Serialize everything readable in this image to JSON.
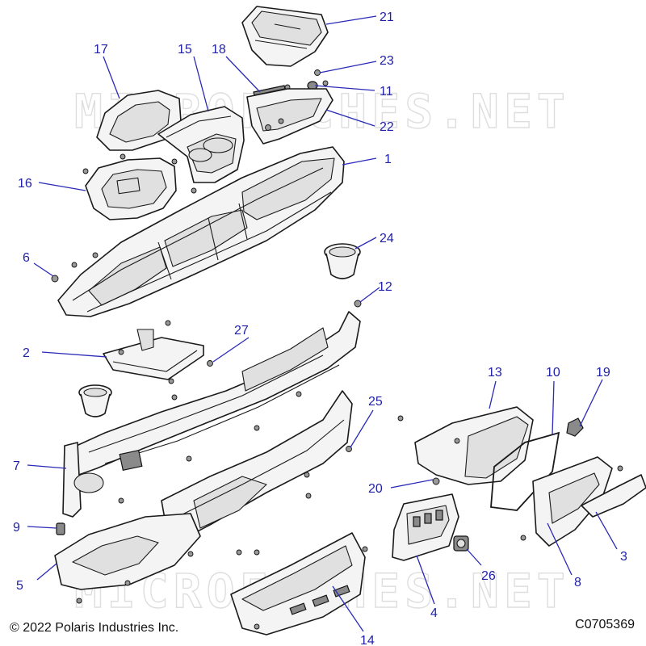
{
  "watermark_text": "MICROFICHES.NET",
  "copyright": "© 2022 Polaris Industries Inc.",
  "figure_code": "C0705369",
  "callouts": [
    {
      "label": "1",
      "part": "dash-main-panel"
    },
    {
      "label": "2",
      "part": "support-bracket"
    },
    {
      "label": "3",
      "part": "glove-box-trim"
    },
    {
      "label": "4",
      "part": "switch-bezel"
    },
    {
      "label": "5",
      "part": "lower-dash-panel"
    },
    {
      "label": "6",
      "part": "push-rivet"
    },
    {
      "label": "7",
      "part": "left-side-frame"
    },
    {
      "label": "8",
      "part": "glove-box-door"
    },
    {
      "label": "9",
      "part": "clip"
    },
    {
      "label": "10",
      "part": "door-seal"
    },
    {
      "label": "11",
      "part": "grommet"
    },
    {
      "label": "12",
      "part": "screw"
    },
    {
      "label": "13",
      "part": "glove-box-bin"
    },
    {
      "label": "14",
      "part": "lower-storage-tray"
    },
    {
      "label": "15",
      "part": "center-console-cover"
    },
    {
      "label": "16",
      "part": "gauge-housing"
    },
    {
      "label": "17",
      "part": "gauge-bezel"
    },
    {
      "label": "18",
      "part": "hinge-pin"
    },
    {
      "label": "19",
      "part": "latch"
    },
    {
      "label": "20",
      "part": "nut"
    },
    {
      "label": "21",
      "part": "storage-lid"
    },
    {
      "label": "22",
      "part": "upper-storage-bin"
    },
    {
      "label": "23",
      "part": "small-screw"
    },
    {
      "label": "24",
      "part": "cup-holder-insert"
    },
    {
      "label": "25",
      "part": "bolt"
    },
    {
      "label": "26",
      "part": "power-outlet"
    },
    {
      "label": "27",
      "part": "bracket-screw"
    }
  ]
}
